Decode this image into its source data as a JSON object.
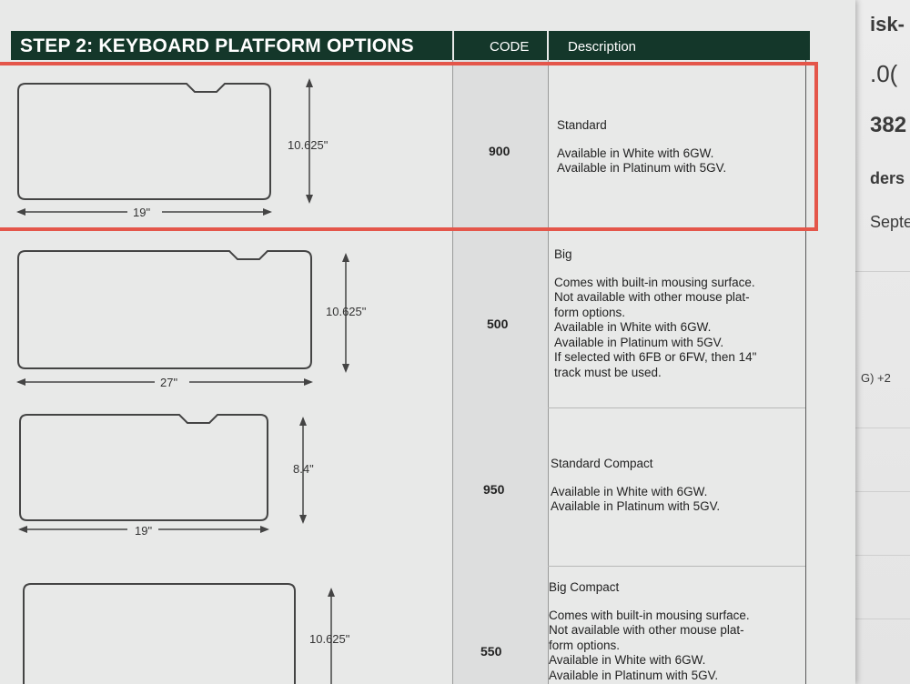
{
  "header": {
    "title": "STEP 2: KEYBOARD PLATFORM OPTIONS",
    "code_label": "CODE",
    "desc_label": "Description"
  },
  "rows": [
    {
      "code": "900",
      "name": "Standard",
      "width_label": "19\"",
      "height_label": "10.625\"",
      "lines": [
        "Available in White with 6GW.",
        "Available in Platinum with 5GV."
      ]
    },
    {
      "code": "500",
      "name": "Big",
      "width_label": "27\"",
      "height_label": "10.625\"",
      "lines": [
        "Comes with built-in mousing surface.",
        "Not available with other mouse plat-",
        "form options.",
        "Available in White with 6GW.",
        "Available in Platinum with 5GV.",
        "If selected with 6FB or 6FW, then 14\"",
        "track must be used."
      ]
    },
    {
      "code": "950",
      "name": "Standard Compact",
      "width_label": "19\"",
      "height_label": "8.4\"",
      "lines": [
        "Available in White with 6GW.",
        "Available in Platinum with 5GV."
      ]
    },
    {
      "code": "550",
      "name": "Big Compact",
      "height_label": "10.625\"",
      "lines": [
        "Comes with built-in mousing surface.",
        "Not available with other mouse plat-",
        "form options.",
        "Available in White with 6GW.",
        "Available in Platinum with 5GV."
      ]
    }
  ],
  "background_fragments": [
    "isk-",
    ".0(",
    "382",
    "ders",
    "Septe",
    "G) +2"
  ],
  "colors": {
    "header_bg": "#14372a",
    "highlight": "#e4564a"
  }
}
